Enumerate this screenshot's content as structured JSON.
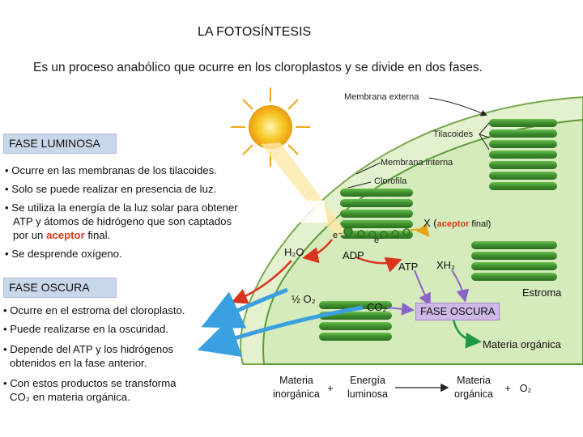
{
  "title": "LA FOTOSÍNTESIS",
  "intro": "Es un proceso anabólico que ocurre en los cloroplastos y se divide en dos fases.",
  "fase_luminosa": {
    "heading": "FASE LUMINOSA",
    "b1": "• Ocurre en las membranas de los tilacoides.",
    "b2": "• Solo se puede realizar en presencia de luz.",
    "b3_l1": "• Se utiliza la energía de la luz solar para obtener",
    "b3_l2": "ATP y átomos de hidrógeno que son captados",
    "b3_l3_pre": "por un ",
    "b3_l3_acc": "aceptor",
    "b3_l3_post": " final.",
    "b4": "• Se desprende oxígeno."
  },
  "fase_oscura": {
    "heading": "FASE OSCURA",
    "b1": "• Ocurre en el estroma del cloroplasto.",
    "b2": "• Puede realizarse en la oscuridad.",
    "b3_l1": "• Depende del ATP y los hidrógenos",
    "b3_l2": "obtenidos en la fase anterior.",
    "b4_l1": "• Con estos productos se transforma",
    "b4_l2": "CO₂ en materia orgánica."
  },
  "diagram": {
    "membrana_externa": "Membrana externa",
    "tilacoides": "Tilacoides",
    "membrana_interna": "Membrana interna",
    "clorofila": "Clorofila",
    "x_pre": "X (",
    "x_acc": "aceptor",
    "x_post": " final)",
    "e1": "e⁻",
    "e2": "e⁻",
    "h2o": "H₂O",
    "adp": "ADP",
    "atp": "ATP",
    "xh2": "XH₂",
    "o2_half": "½ O₂",
    "co2": "CO₂",
    "estroma": "Estroma",
    "fase_oscura_box": "FASE OSCURA",
    "materia_organica": "Materia orgánica"
  },
  "equation": {
    "m_inorg_l1": "Materia",
    "m_inorg_l2": "inorgánica",
    "plus1": "+",
    "energia_l1": "Energía",
    "energia_l2": "luminosa",
    "m_org_l1": "Materia",
    "m_org_l2": "orgánica",
    "plus2": "+",
    "o2": "O₂"
  },
  "colors": {
    "grana": "#3d8f2e",
    "stroma": "#cfe6b0",
    "membrane": "#6aa845",
    "accent": "#d63b1e",
    "fase_box": "#c9d7ea",
    "fase_oscura_box": "#cdb8e6"
  }
}
